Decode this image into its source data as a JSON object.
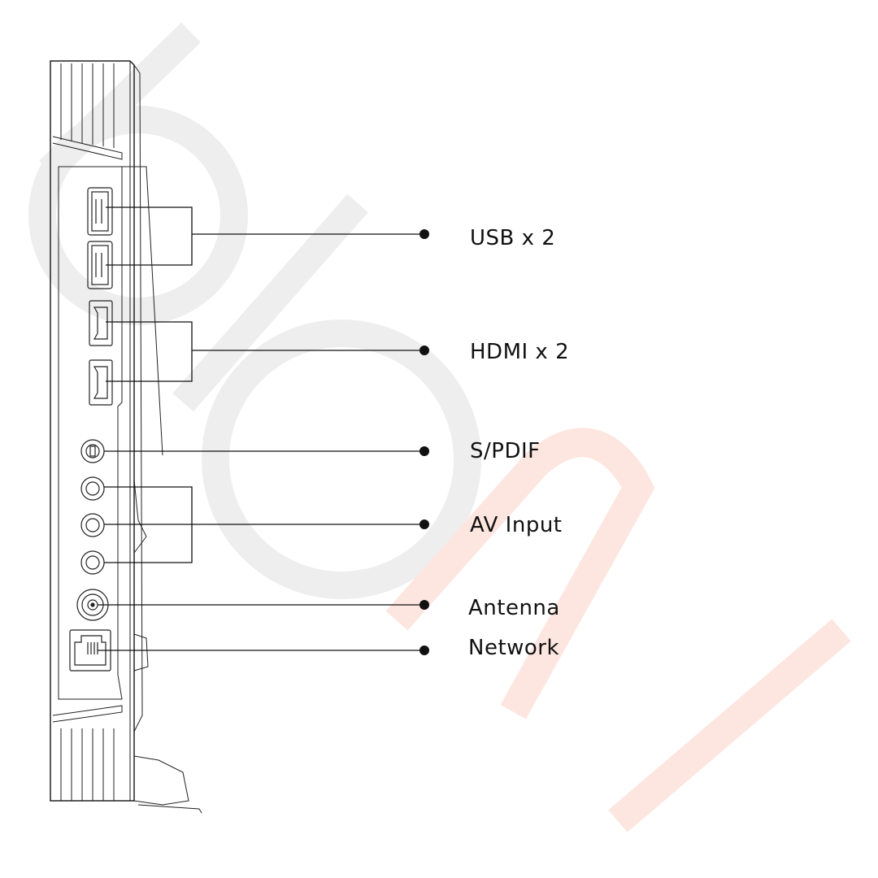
{
  "labels": {
    "usb": "USB x 2",
    "hdmi": "HDMI x 2",
    "spdif": "S/PDIF",
    "av_input": "AV Input",
    "antenna": "Antenna",
    "network": "Network"
  },
  "colors": {
    "line": "#111111",
    "device": "#222222",
    "watermark_gray": "#eeeeee",
    "watermark_red": "#fde6df"
  }
}
